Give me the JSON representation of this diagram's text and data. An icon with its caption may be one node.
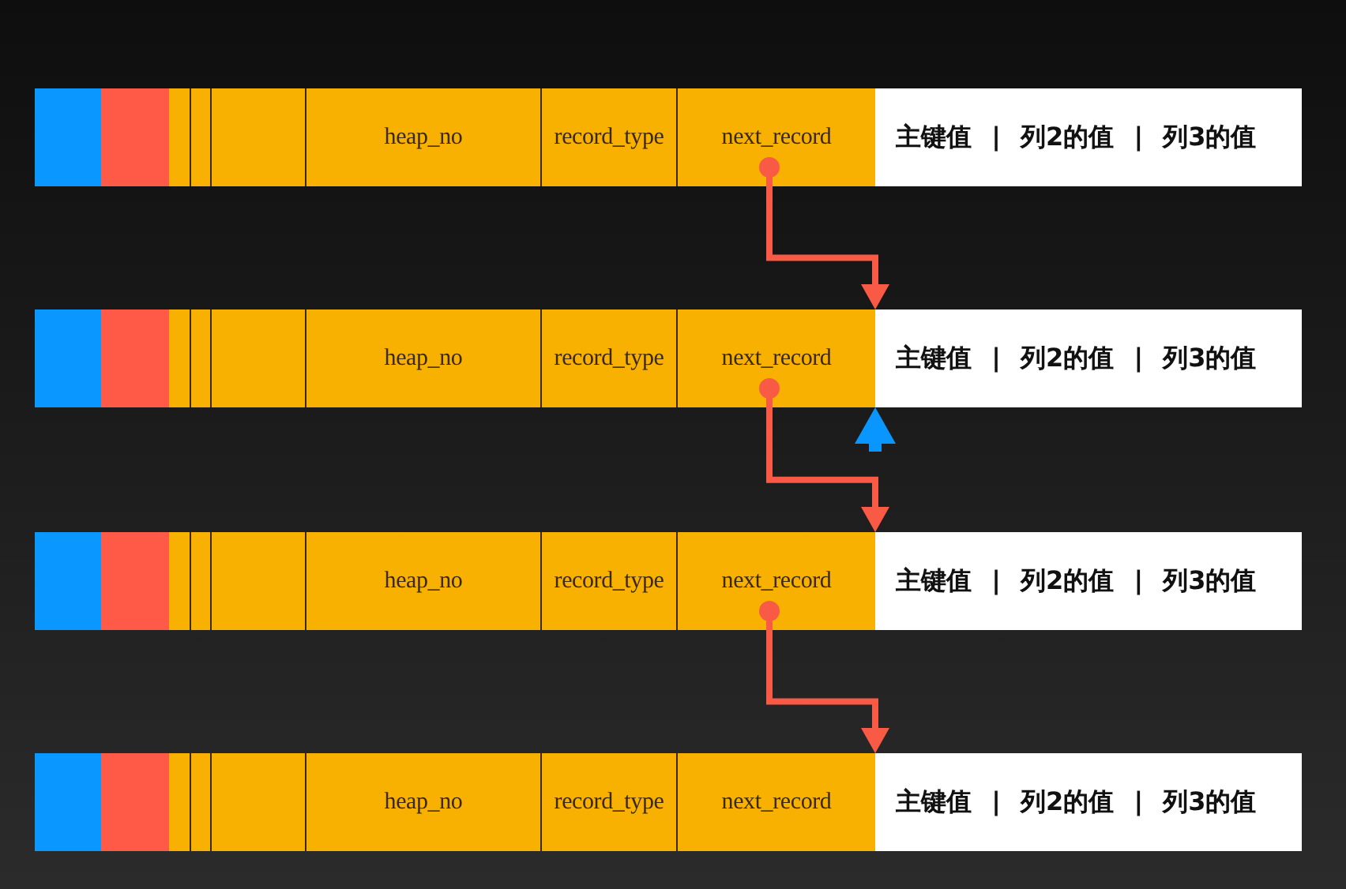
{
  "diagram": {
    "nodes": [
      {
        "text": [],
        "shape": "box"
      },
      {
        "text": [],
        "shape": "box"
      },
      {
        "text": [],
        "shape": "box"
      },
      {
        "text": [],
        "shape": "box"
      },
      {
        "text": [],
        "shape": "box"
      },
      {
        "text": [
          "heap_no"
        ]
      },
      {
        "text": [
          "record_type"
        ]
      },
      {
        "text": [
          "next_record"
        ]
      },
      {
        "text": [
          "主键值 | 列2的值 | 列3的值"
        ]
      },
      {
        "text": [],
        "shape": "box"
      },
      {
        "text": [],
        "shape": "box"
      },
      {
        "text": [],
        "shape": "box"
      },
      {
        "text": [],
        "shape": "box"
      },
      {
        "text": [],
        "shape": "box"
      },
      {
        "text": [
          "heap_no"
        ]
      },
      {
        "text": [
          "record_type"
        ]
      },
      {
        "text": [
          "next_record"
        ]
      },
      {
        "text": [
          "主键值 | 列2的值 | 列3的值"
        ]
      },
      {
        "text": [],
        "shape": "box"
      },
      {
        "text": [],
        "shape": "box"
      },
      {
        "text": [],
        "shape": "box"
      },
      {
        "text": [],
        "shape": "box"
      },
      {
        "text": [],
        "shape": "box"
      },
      {
        "text": [
          "heap_no"
        ]
      },
      {
        "text": [
          "record_type"
        ]
      },
      {
        "text": [
          "next_record"
        ]
      },
      {
        "text": [
          "主键值 | 列2的值 | 列3的值"
        ]
      },
      {
        "text": [],
        "shape": "box"
      },
      {
        "text": [],
        "shape": "box"
      },
      {
        "text": [],
        "shape": "box"
      },
      {
        "text": [],
        "shape": "box"
      },
      {
        "text": [],
        "shape": "box"
      },
      {
        "text": [
          "heap_no"
        ]
      },
      {
        "text": [
          "record_type"
        ]
      },
      {
        "text": [
          "next_record"
        ]
      },
      {
        "text": [
          "主键值 | 列2的值 | 列3的值"
        ]
      }
    ],
    "edges": [
      {
        "from": 7,
        "to": 17,
        "arrow": "to"
      },
      {
        "from": 16,
        "to": 26,
        "arrow": "to"
      },
      {
        "from": 25,
        "to": 35,
        "arrow": "to"
      },
      {
        "from": null,
        "to": 17,
        "arrow": "to",
        "style": "thick",
        "color": "#0a96ff"
      }
    ]
  }
}
